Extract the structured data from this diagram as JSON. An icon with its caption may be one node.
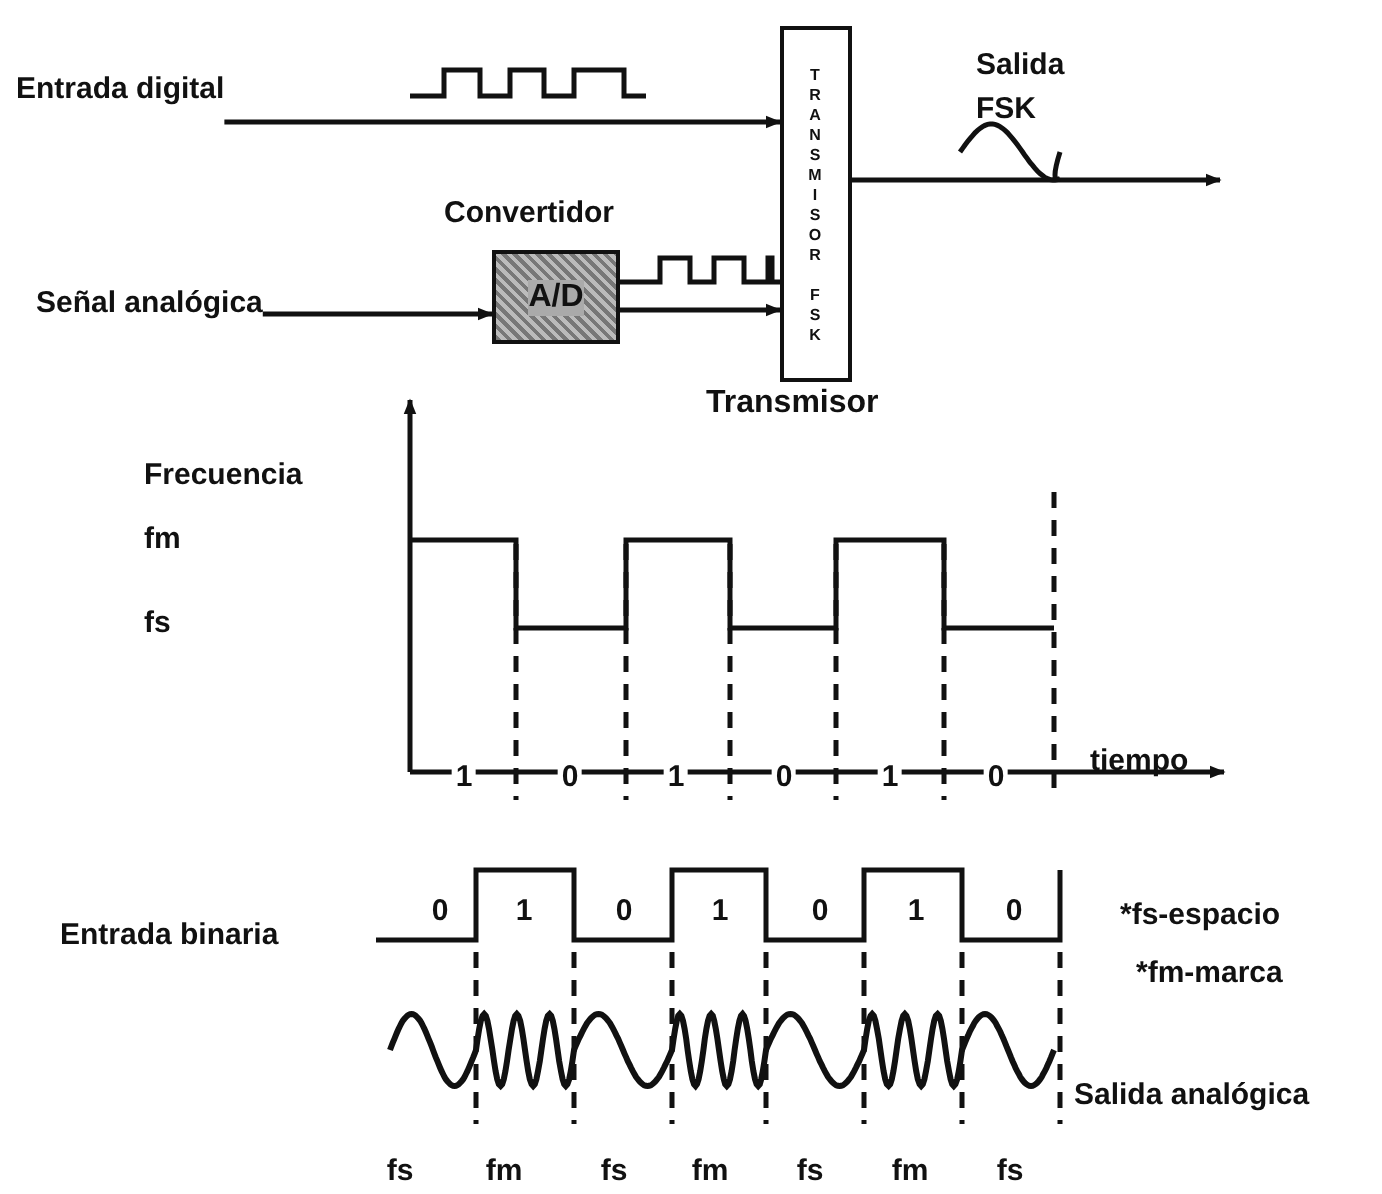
{
  "diagram": {
    "nodes": [
      {
        "text": [
          "Entrada digital"
        ]
      },
      {
        "text": [
          "Señal analógica"
        ]
      },
      {
        "text": [
          "Convertidor",
          "A/D"
        ]
      },
      {
        "text": [
          "TRANSMISOR FSK",
          "Transmisor"
        ]
      }
    ],
    "edges": [
      {
        "from": 0,
        "to": 3,
        "arrow": "to"
      },
      {
        "from": 1,
        "to": 2,
        "arrow": "to"
      },
      {
        "from": 2,
        "to": 3,
        "arrow": "to"
      },
      {
        "from": 3,
        "to": null,
        "arrow": "to",
        "label": "Salida FSK"
      }
    ],
    "labels": [
      "Frecuencia",
      "fm",
      "fs",
      "1",
      "0",
      "1",
      "0",
      "1",
      "0",
      "tiempo",
      "Entrada binaria",
      "0",
      "1",
      "0",
      "1",
      "0",
      "1",
      "0",
      "*fs-espacio",
      "*fm-marca",
      "Salida analógica",
      "fs",
      "fm",
      "fs",
      "fm",
      "fs",
      "fm",
      "fs"
    ]
  }
}
